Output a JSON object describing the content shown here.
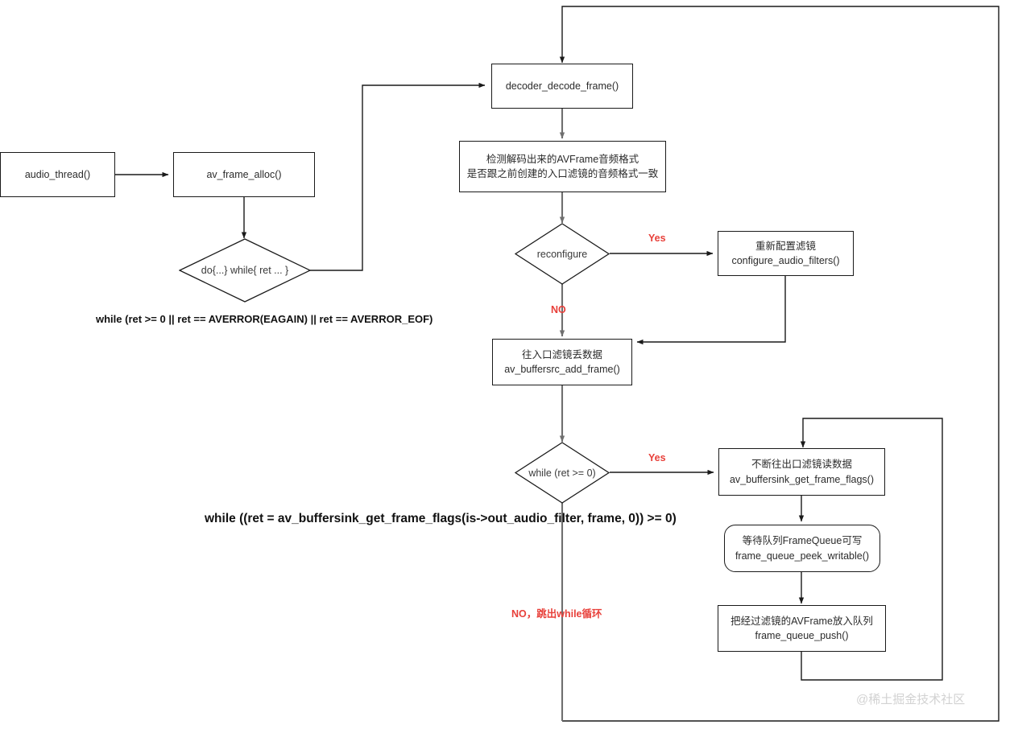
{
  "diagram": {
    "title": "ffmpeg audio_thread flowchart",
    "watermark": "@稀土掘金技术社区",
    "accent_red": "#e8403a",
    "line_color": "#1a1a1a",
    "gray_line_color": "#6f6f6f",
    "nodes": {
      "audio_thread": {
        "label": "audio_thread()"
      },
      "av_frame_alloc": {
        "label": "av_frame_alloc()"
      },
      "do_while": {
        "label": "do{...} while{ ret ... }"
      },
      "decoder_decode_frame": {
        "label": "decoder_decode_frame()"
      },
      "check_format": {
        "line1": "检测解码出来的AVFrame音频格式",
        "line2": "是否跟之前创建的入口滤镜的音频格式一致"
      },
      "reconfigure": {
        "label": "reconfigure"
      },
      "reconfigure_filters": {
        "line1": "重新配置滤镜",
        "line2": "configure_audio_filters()"
      },
      "buffersrc_add": {
        "line1": "往入口滤镜丢数据",
        "line2": "av_buffersrc_add_frame()"
      },
      "while_ret": {
        "label": "while (ret  >= 0)"
      },
      "buffersink_get": {
        "line1": "不断往出口滤镜读数据",
        "line2": "av_buffersink_get_frame_flags()"
      },
      "peek_writable": {
        "line1": "等待队列FrameQueue可写",
        "line2": "frame_queue_peek_writable()"
      },
      "queue_push": {
        "line1": "把经过滤镜的AVFrame放入队列",
        "line2": "frame_queue_push()"
      }
    },
    "captions": {
      "do_while_condition": "while (ret >= 0 || ret == AVERROR(EAGAIN) || ret == AVERROR_EOF)",
      "while_condition": "while ((ret = av_buffersink_get_frame_flags(is->out_audio_filter, frame, 0)) >= 0)"
    },
    "edge_labels": {
      "reconfigure_yes": "Yes",
      "reconfigure_no": "NO",
      "while_yes": "Yes",
      "while_no": "NO，跳出while循环"
    }
  }
}
